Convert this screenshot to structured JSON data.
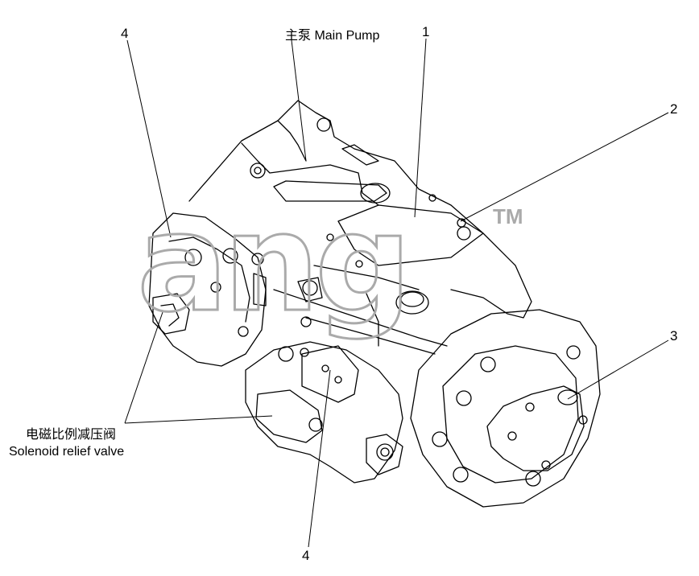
{
  "labels": {
    "main_pump": "主泵 Main Pump",
    "solenoid_cn": "电磁比例减压阀",
    "solenoid_en": "Solenoid relief valve"
  },
  "callouts": {
    "c1": "1",
    "c2": "2",
    "c3": "3",
    "c4_top": "4",
    "c4_bottom": "4"
  },
  "watermark": {
    "text": "ang",
    "tm": "TM",
    "color": "#aaaaaa"
  },
  "colors": {
    "line": "#000000",
    "background": "#ffffff"
  }
}
